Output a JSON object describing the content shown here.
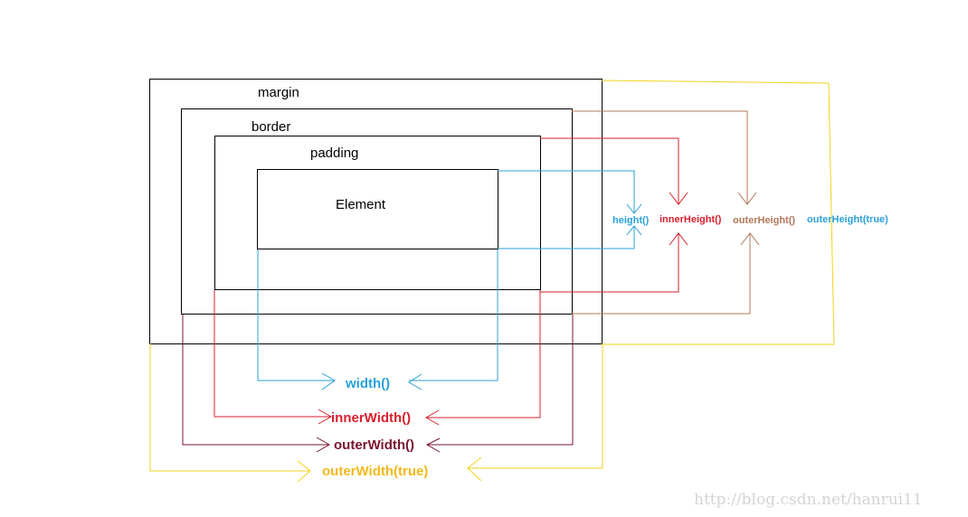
{
  "boxes": {
    "margin": "margin",
    "border": "border",
    "padding": "padding",
    "element": "Element"
  },
  "height_functions": {
    "height": "height()",
    "inner_height": "innerHeight()",
    "outer_height": "outerHeight()",
    "outer_height_true": "outerHeight(true)"
  },
  "width_functions": {
    "width": "width()",
    "inner_width": "innerWidth()",
    "outer_width": "outerWidth()",
    "outer_width_true": "outerWidth(true)"
  },
  "watermark": "http://blog.csdn.net/hanrui11",
  "colors": {
    "box": "#000000",
    "width": "#2aa0d8",
    "inner": "#d8202c",
    "outer_width": "#7a1530",
    "outer_height": "#b0775a",
    "outer_true": "#f2d21c",
    "outer_true_label": "#f2b91c",
    "outer_height_true_label": "#2aa0d8"
  }
}
